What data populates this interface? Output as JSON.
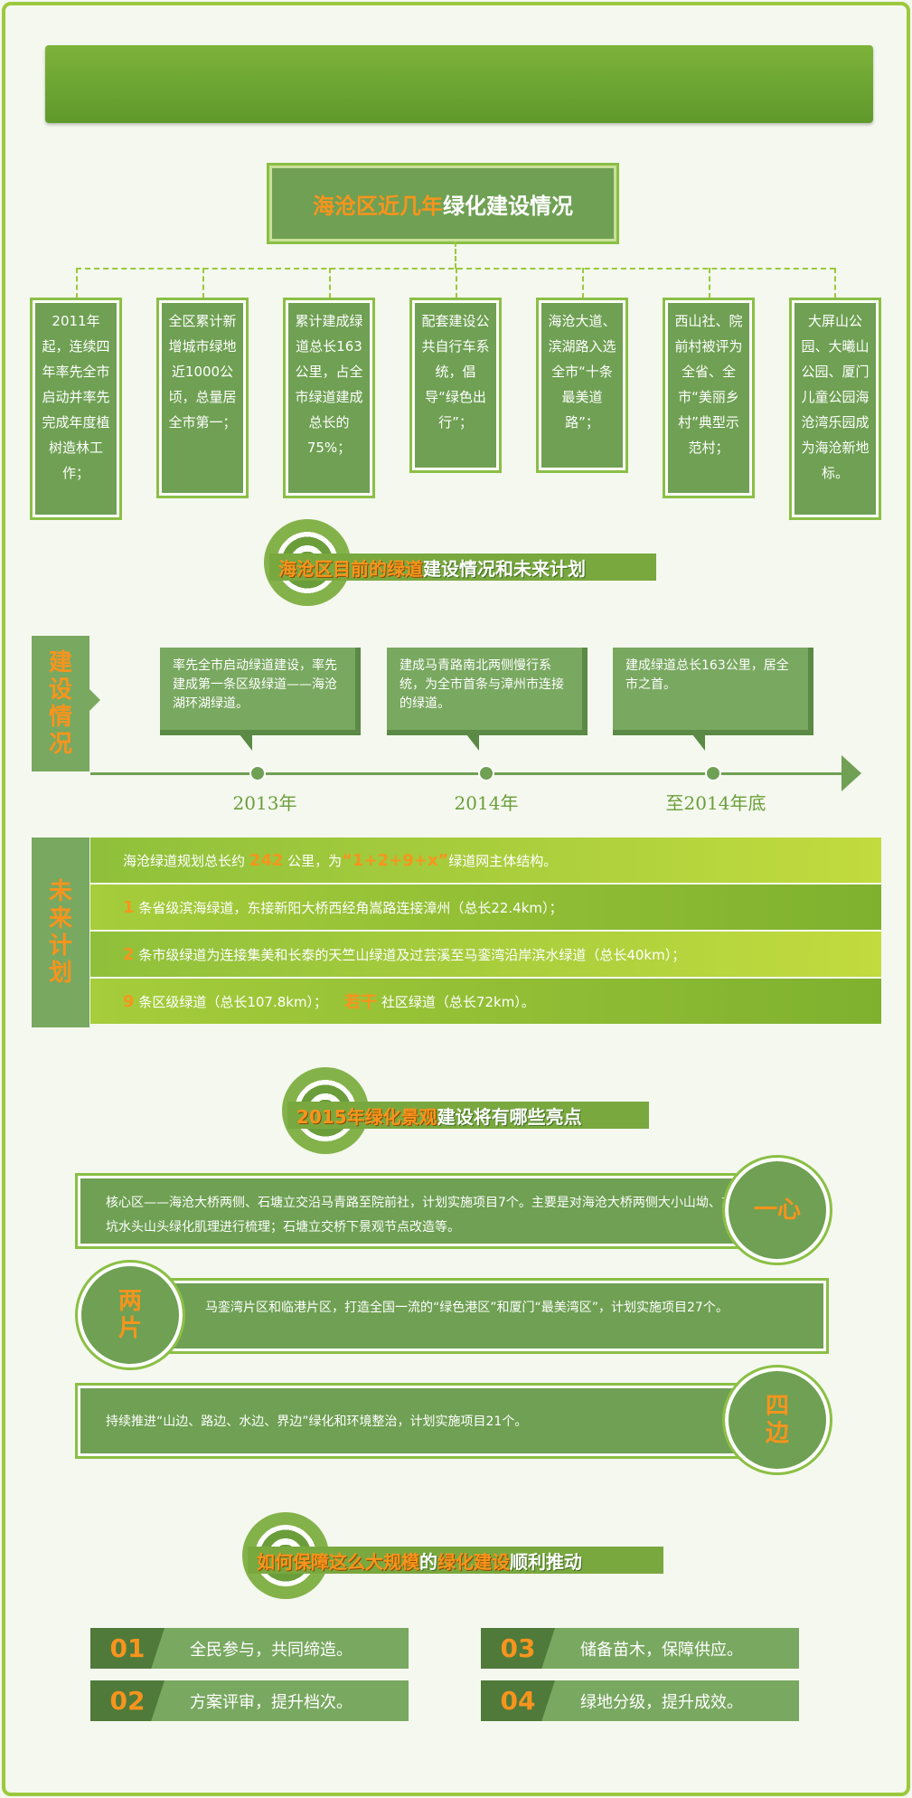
{
  "section1": {
    "title_parts": [
      "海沧区",
      "近几年",
      "绿化建设情况"
    ],
    "cards": [
      "2011年起，连续四年率先全市启动并率先完成年度植树造林工作；",
      "全区累计新增城市绿地近1000公顷，总量居全市第一；",
      "累计建成绿道总长163公里，占全市绿道建成总长的75%；",
      "配套建设公共自行车系统，倡导“绿色出行”；",
      "海沧大道、滨湖路入选全市“十条最美道路”；",
      "西山社、院前村被评为全省、全市“美丽乡村”典型示范村；",
      "大屏山公园、大曦山公园、厦门儿童公园海沧湾乐园成为海沧新地标。"
    ]
  },
  "section2": {
    "heading_parts": [
      "海沧区目前的",
      "绿道",
      "建设情况和未来计划"
    ],
    "build_label": [
      "建",
      "设",
      "情",
      "况"
    ],
    "timeline": [
      {
        "text": "率先全市启动绿道建设，率先建成第一条区级绿道——海沧湖环湖绿道。",
        "year": "2013年"
      },
      {
        "text": "建成马青路南北两侧慢行系统，为全市首条与漳州市连接的绿道。",
        "year": "2014年"
      },
      {
        "text": "建成绿道总长163公里，居全市之首。",
        "year": "至2014年底"
      }
    ],
    "plan_label": [
      "未",
      "来",
      "计",
      "划"
    ],
    "plan": {
      "row1": {
        "pre": "海沧绿道规划总长约",
        "num": "242",
        "mid": "公里，为",
        "num2": "“1+2+9+x”",
        "post": "绿道网主体结构。"
      },
      "row2": {
        "num": "1",
        "text": "条省级滨海绿道，东接新阳大桥西经角嵩路连接漳州（总长22.4km）；"
      },
      "row3": {
        "num": "2",
        "text": "条市级绿道为连接集美和长泰的天竺山绿道及过芸溪至马銮湾沿岸滨水绿道（总长40km）；"
      },
      "row4": {
        "num": "9",
        "text": "条区级绿道（总长107.8km）；",
        "num2": "若干",
        "text2": "社区绿道（总长72km）。"
      }
    }
  },
  "section3": {
    "heading_parts": [
      "2015年",
      "绿化",
      "景观",
      "建设将有哪些亮点"
    ],
    "items": [
      {
        "label": "一心",
        "text": "核心区——海沧大桥两侧、石塘立交沿马青路至院前社，计划实施项目7个。主要是对海沧大桥两侧大小山坳、东坑水头山头绿化肌理进行梳理；石塘立交桥下景观节点改造等。"
      },
      {
        "label": "两片",
        "text": "马銮湾片区和临港片区，打造全国一流的“绿色港区”和厦门“最美湾区”，计划实施项目27个。"
      },
      {
        "label": "四边",
        "text": "持续推进“山边、路边、水边、界边”绿化和环境整治，计划实施项目21个。"
      }
    ]
  },
  "section4": {
    "heading_parts": [
      "如何",
      "保障",
      "这么",
      "大规模",
      "的",
      "绿化建设",
      "顺利推动"
    ],
    "items": [
      {
        "num": "01",
        "text": "全民参与，共同缔造。"
      },
      {
        "num": "02",
        "text": "方案评审，提升档次。"
      },
      {
        "num": "03",
        "text": "储备苗木，保障供应。"
      },
      {
        "num": "04",
        "text": "绿地分级，提升成效。"
      }
    ]
  },
  "colors": {
    "accent": "#f7941d",
    "green": "#6fa053",
    "lime": "#9cc83e"
  }
}
